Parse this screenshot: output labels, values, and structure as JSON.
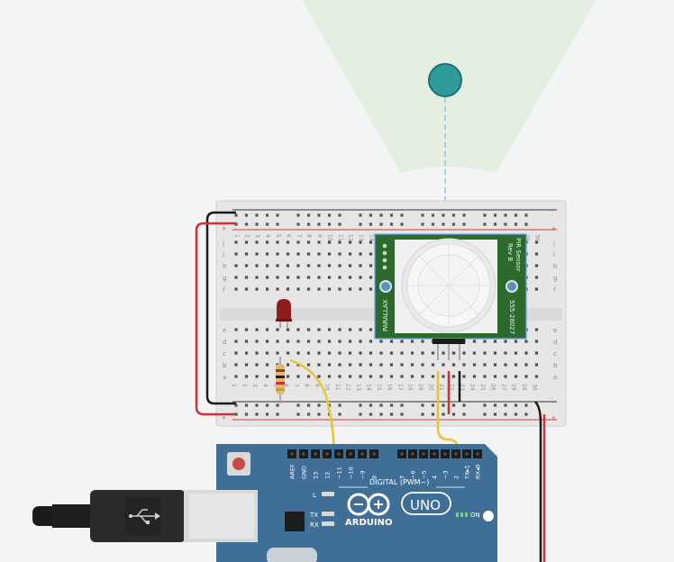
{
  "canvas": {
    "background": "#f3f4f6"
  },
  "colors": {
    "detection_zone": "#e4efe2",
    "target": "#2f9c9c",
    "breadboard": "#e6e6e6",
    "rail_red": "#d63a3a",
    "rail_dark": "#333333",
    "pcb_green": "#2d6a2e",
    "arduino_blue": "#3f6f97",
    "wire_yellow": "#e8c532",
    "wire_red": "#d62f2f",
    "wire_black": "#1a1a1a",
    "led_red": "#8e1d1d"
  },
  "detection": {
    "target_name": "target-object"
  },
  "breadboard": {
    "columns": [
      "1",
      "2",
      "3",
      "4",
      "5",
      "6",
      "7",
      "8",
      "9",
      "10",
      "11",
      "12",
      "13",
      "14",
      "15",
      "16",
      "17",
      "18",
      "19",
      "20",
      "21",
      "22",
      "23",
      "24",
      "25",
      "26",
      "27",
      "28",
      "29",
      "30"
    ],
    "rows_top": [
      "j",
      "i",
      "h",
      "g",
      "f"
    ],
    "rows_bottom": [
      "e",
      "d",
      "c",
      "b",
      "a"
    ],
    "rail_plus": "+",
    "rail_minus": "-"
  },
  "pir_sensor": {
    "title": "PIR Sensor",
    "rev": "Rev B",
    "part_number": "555-28027",
    "brand": "PARALLAX"
  },
  "arduino": {
    "brand": "ARDUINO",
    "model": "UNO",
    "digital_label": "DIGITAL (PWM~)",
    "top_pins": [
      "AREF",
      "GND",
      "13",
      "12",
      "~11",
      "~10",
      "~9",
      "8",
      "7",
      "~6",
      "~5",
      "4",
      "~3",
      "2",
      "TX▸1",
      "RX◂0"
    ],
    "led_labels": [
      "L",
      "TX",
      "RX"
    ],
    "on_label": "ON"
  },
  "usb": {
    "icon": "usb-icon"
  }
}
